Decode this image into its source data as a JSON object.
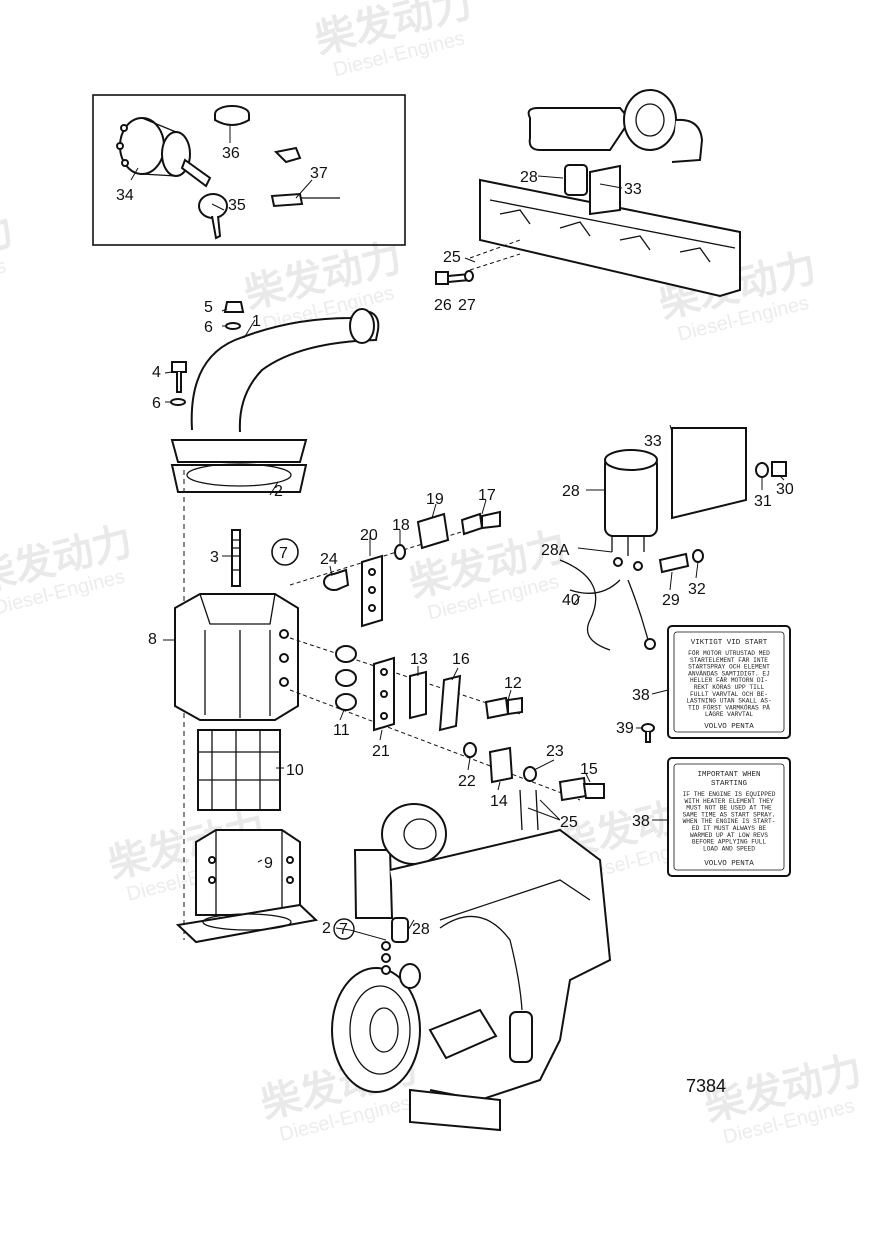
{
  "watermark": {
    "brand_cn": "柴发动力",
    "brand_en": "Diesel-Engines"
  },
  "figure_number": "7384",
  "callouts": {
    "c1": "1",
    "c2": "2",
    "c2b": "2",
    "c3": "3",
    "c4": "4",
    "c5": "5",
    "c6a": "6",
    "c6b": "6",
    "c7a": "7",
    "c7b": "7",
    "c8": "8",
    "c9": "9",
    "c10": "10",
    "c11": "11",
    "c12": "12",
    "c13": "13",
    "c14": "14",
    "c15": "15",
    "c16": "16",
    "c17": "17",
    "c18": "18",
    "c19": "19",
    "c20": "20",
    "c21": "21",
    "c22": "22",
    "c23": "23",
    "c24": "24",
    "c25a": "25",
    "c25b": "25",
    "c26": "26",
    "c27": "27",
    "c28a": "28",
    "c28b": "28",
    "c28c": "28",
    "c28A": "28A",
    "c29": "29",
    "c30": "30",
    "c31": "31",
    "c32": "32",
    "c33a": "33",
    "c33b": "33",
    "c34": "34",
    "c35": "35",
    "c36": "36",
    "c37": "37",
    "c38a": "38",
    "c38b": "38",
    "c39": "39",
    "c40": "40"
  },
  "plate_swedish": {
    "title": "VIKTIGT VID START",
    "lines": [
      "FÖR MOTOR UTRUSTAD MED",
      "STARTELEMENT FÅR INTE",
      "STARTSPRAY OCH ELEMENT",
      "ANVÄNDAS SAMTIDIGT. EJ",
      "HELLER FÅR MOTORN DI-",
      "REKT KÖRAS UPP TILL",
      "FULLT VARVTAL OCH BE-",
      "LASTNING UTAN SKALL AS-",
      "TID FÖRST VARMKÖRAS PÅ",
      "LÅGRE VARVTAL"
    ],
    "brand": "VOLVO PENTA"
  },
  "plate_english": {
    "title_line1": "IMPORTANT WHEN",
    "title_line2": "STARTING",
    "lines": [
      "IF THE ENGINE IS EQUIPPED",
      "WITH HEATER ELEMENT THEY",
      "MUST NOT BE USED AT THE",
      "SAME TIME AS START SPRAY.",
      "WHEN THE ENGINE IS START-",
      "ED IT MUST ALWAYS BE",
      "WARMED UP AT LOW REVS",
      "BEFORE APPLYING FULL",
      "LOAD AND SPEED"
    ],
    "brand": "VOLVO PENTA"
  }
}
